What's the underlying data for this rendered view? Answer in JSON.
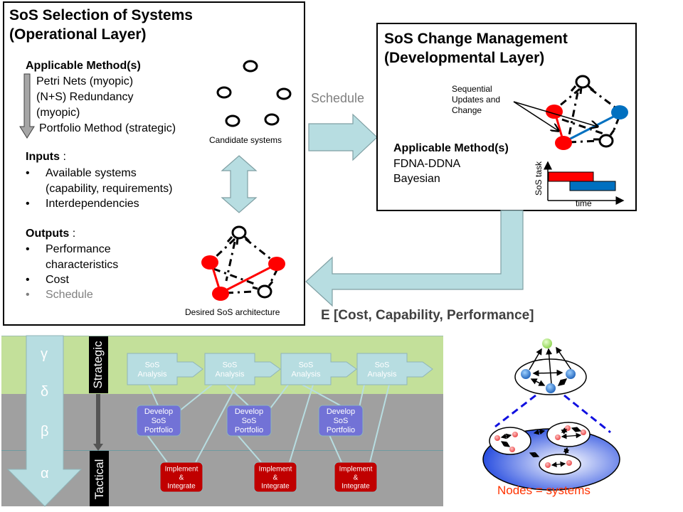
{
  "operational": {
    "title_line1": "SoS Selection of Systems",
    "title_line2": "(Operational Layer)",
    "methods_header": "Applicable Method(s)",
    "methods": [
      "Petri Nets (myopic)",
      "(N+S) Redundancy",
      "(myopic)",
      "Portfolio Method (strategic)"
    ],
    "inputs_header": "Inputs",
    "inputs_colon": " :",
    "inputs": [
      "Available systems",
      "(capability, requirements)",
      "Interdependencies"
    ],
    "outputs_header": "Outputs",
    "outputs_colon": " :",
    "outputs": [
      "Performance",
      "characteristics",
      "Cost",
      "Schedule"
    ],
    "bullet": "•",
    "candidate_label": "Candidate systems",
    "desired_label": "Desired SoS architecture"
  },
  "developmental": {
    "title_line1": "SoS Change Management",
    "title_line2": "(Developmental Layer)",
    "annotation": [
      "Sequential",
      "Updates and",
      "Change"
    ],
    "methods_header": "Applicable Method(s)",
    "methods": [
      "FDNA-DDNA",
      "Bayesian"
    ],
    "gantt_ylabel": "SoS task",
    "gantt_xlabel": "time"
  },
  "connectors": {
    "schedule_label": "Schedule",
    "expectation_label": "E [Cost, Capability, Performance]"
  },
  "timeline": {
    "greek": [
      "γ",
      "δ",
      "β",
      "α"
    ],
    "strategic_label": "Strategic",
    "tactical_label": "Tactical",
    "analysis_label": [
      "SoS",
      "Analysis"
    ],
    "portfolio_label": [
      "Develop",
      "SoS",
      "Portfolio"
    ],
    "implement_label": [
      "Implement",
      "&",
      "Integrate"
    ]
  },
  "hierarchy": {
    "caption": "Nodes = systems"
  },
  "colors": {
    "method_red": "#c00000",
    "node_red": "#ff0000",
    "node_blue": "#0070c0",
    "arrow_fill": "#b7dde1",
    "strategic_band": "#c3e09a",
    "tactical_band": "#a0a0a0",
    "portfolio_box": "#7272d6",
    "implement_box": "#c00000"
  }
}
